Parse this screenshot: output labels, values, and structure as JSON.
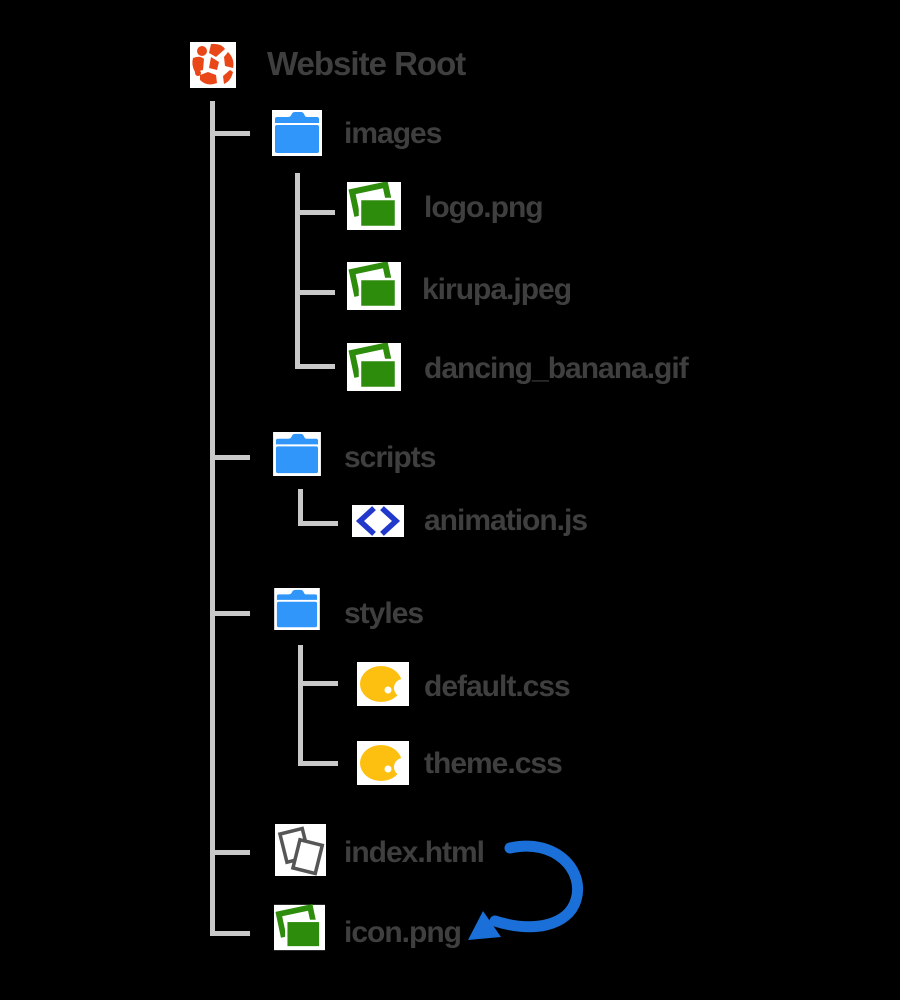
{
  "page": {
    "background": "#000000"
  },
  "root": {
    "label": "Website Root",
    "icon": "site-logo-icon"
  },
  "folders": [
    {
      "label": "images",
      "icon": "folder-icon",
      "files": [
        {
          "label": "logo.png",
          "icon": "image-file-icon"
        },
        {
          "label": "kirupa.jpeg",
          "icon": "image-file-icon"
        },
        {
          "label": "dancing_banana.gif",
          "icon": "image-file-icon"
        }
      ]
    },
    {
      "label": "scripts",
      "icon": "folder-icon",
      "files": [
        {
          "label": "animation.js",
          "icon": "code-file-icon"
        }
      ]
    },
    {
      "label": "styles",
      "icon": "folder-icon",
      "files": [
        {
          "label": "default.css",
          "icon": "stylesheet-file-icon"
        },
        {
          "label": "theme.css",
          "icon": "stylesheet-file-icon"
        }
      ]
    }
  ],
  "root_files": [
    {
      "label": "index.html",
      "icon": "pages-file-icon"
    },
    {
      "label": "icon.png",
      "icon": "image-file-icon"
    }
  ],
  "annotation_arrow": {
    "from": "index.html",
    "to": "icon.png",
    "shape": "curved-arrow"
  },
  "colors": {
    "background": "#000000",
    "connector_gray": "#c9c9c9",
    "label_gray": "#3f3f3f",
    "folder_blue": "#3196fa",
    "image_green": "#2e8c0c",
    "palette_amber": "#fdc010",
    "code_blue": "#2138cc",
    "pages_outline": "#565656",
    "arrow_blue": "#1a70d8",
    "logo_orange": "#ea4718"
  }
}
